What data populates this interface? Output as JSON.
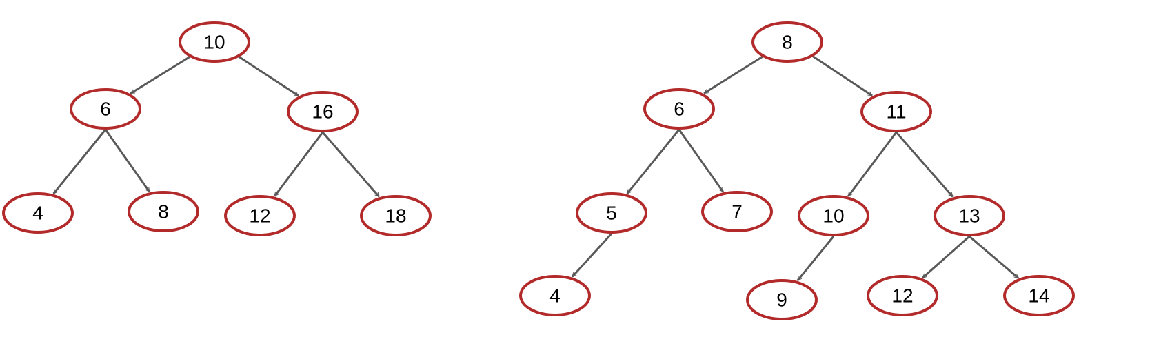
{
  "colors": {
    "node_border": "#b22a2a",
    "node_fill": "#ffffff",
    "edge": "#595959",
    "text": "#000000",
    "background": "#ffffff"
  },
  "trees": [
    {
      "id": "tree-left",
      "root": "10",
      "nodes": [
        {
          "id": "L10",
          "label": "10"
        },
        {
          "id": "L6",
          "label": "6"
        },
        {
          "id": "L16",
          "label": "16"
        },
        {
          "id": "L4",
          "label": "4"
        },
        {
          "id": "L8",
          "label": "8"
        },
        {
          "id": "L12",
          "label": "12"
        },
        {
          "id": "L18",
          "label": "18"
        }
      ],
      "edges": [
        [
          "L10",
          "L6"
        ],
        [
          "L10",
          "L16"
        ],
        [
          "L6",
          "L4"
        ],
        [
          "L6",
          "L8"
        ],
        [
          "L16",
          "L12"
        ],
        [
          "L16",
          "L18"
        ]
      ]
    },
    {
      "id": "tree-right",
      "root": "8",
      "nodes": [
        {
          "id": "R8",
          "label": "8"
        },
        {
          "id": "R6",
          "label": "6"
        },
        {
          "id": "R11",
          "label": "11"
        },
        {
          "id": "R5",
          "label": "5"
        },
        {
          "id": "R7",
          "label": "7"
        },
        {
          "id": "R10",
          "label": "10"
        },
        {
          "id": "R13",
          "label": "13"
        },
        {
          "id": "R4",
          "label": "4"
        },
        {
          "id": "R9",
          "label": "9"
        },
        {
          "id": "R12",
          "label": "12"
        },
        {
          "id": "R14",
          "label": "14"
        }
      ],
      "edges": [
        [
          "R8",
          "R6"
        ],
        [
          "R8",
          "R11"
        ],
        [
          "R6",
          "R5"
        ],
        [
          "R6",
          "R7"
        ],
        [
          "R11",
          "R10"
        ],
        [
          "R11",
          "R13"
        ],
        [
          "R5",
          "R4"
        ],
        [
          "R10",
          "R9"
        ],
        [
          "R13",
          "R12"
        ],
        [
          "R13",
          "R14"
        ]
      ]
    }
  ]
}
